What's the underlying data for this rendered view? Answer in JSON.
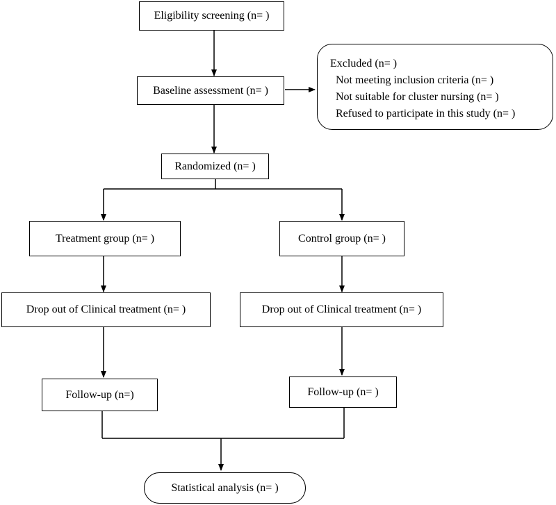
{
  "flow": {
    "eligibility": "Eligibility screening (n= )",
    "baseline": "Baseline assessment (n= )",
    "excluded": {
      "title": "Excluded (n= )",
      "items": [
        "Not meeting inclusion criteria (n= )",
        "Not suitable for cluster nursing (n= )",
        "Refused to participate in this study (n= )"
      ]
    },
    "randomized": "Randomized (n= )",
    "treatment_group": "Treatment group (n= )",
    "control_group": "Control group (n= )",
    "treatment_dropout": "Drop out of Clinical treatment (n= )",
    "control_dropout": "Drop out of Clinical treatment (n= )",
    "treatment_followup": "Follow-up (n=)",
    "control_followup": "Follow-up (n= )",
    "statistical_analysis": "Statistical analysis (n= )"
  }
}
